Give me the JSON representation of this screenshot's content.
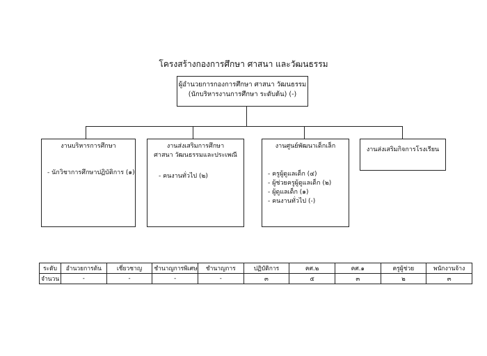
{
  "title": "โครงสร้างกองการศึกษา ศาสนา และวัฒนธรรม",
  "head": {
    "line1": "ผู้อำนวยการกองการศึกษา ศาสนา วัฒนธรรม",
    "line2": "(นักบริหารงานการศึกษา ระดับต้น) (-)"
  },
  "units": [
    {
      "title_lines": [
        "งานบริหารการศึกษา"
      ],
      "items": [
        "- นักวิชาการศึกษาปฏิบัติการ (๑)"
      ]
    },
    {
      "title_lines": [
        "งานส่งเสริมการศึกษา",
        "ศาสนา วัฒนธรรมและประเพณี"
      ],
      "items": [
        "- คนงานทั่วไป (๒)"
      ]
    },
    {
      "title_lines": [
        "งานศูนย์พัฒนาเด็กเล็ก"
      ],
      "items": [
        "- ครูผู้ดูแลเด็ก (๔)",
        "- ผู้ช่วยครูผู้ดูแลเด็ก (๒)",
        "- ผู้ดูแลเด็ก (๑)",
        "- คนงานทั่วไป (-)"
      ]
    },
    {
      "title_lines": [
        "งานส่งเสริมกิจการโรงเรียน"
      ],
      "items": []
    }
  ],
  "table": {
    "headers": [
      "ระดับ",
      "อำนวยการต้น",
      "เชี่ยวชาญ",
      "ชำนาญการพิเศษ",
      "ชำนาญการ",
      "ปฏิบัติการ",
      "คศ.๒",
      "คศ.๑",
      "ครูผู้ช่วย",
      "พนักงานจ้าง"
    ],
    "row": [
      "จำนวน",
      "-",
      "-",
      "-",
      "-",
      "๓",
      "๕",
      "๓",
      "๒",
      "๓"
    ]
  }
}
